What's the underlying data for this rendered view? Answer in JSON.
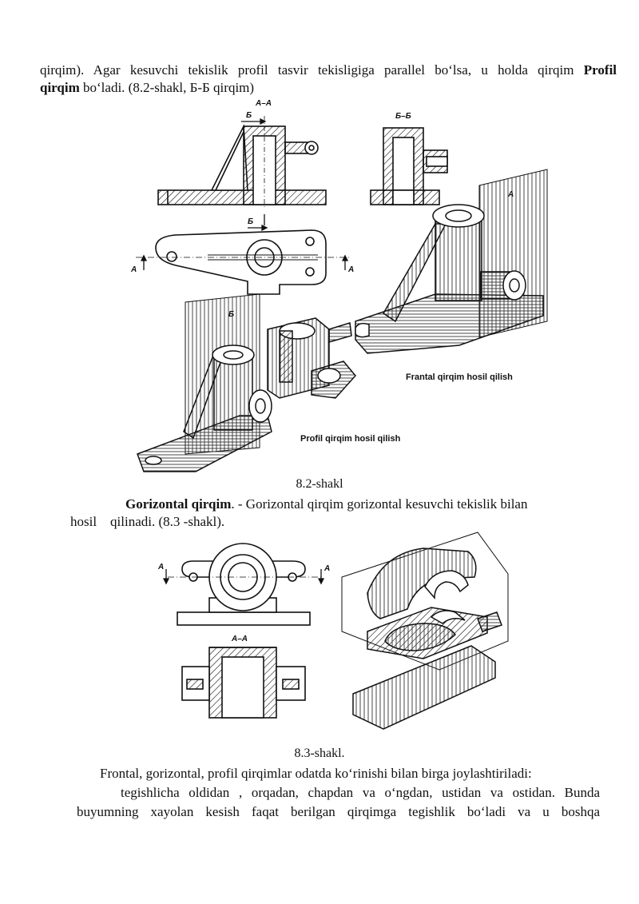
{
  "paragraph1": {
    "line1_text": "qirqim). Agar kesuvchi tekislik profil tasvir tekisligiga parallel bo‘lsa, u holda qirqim",
    "line1_bold": "Profil",
    "line2_bold": "qirqim",
    "line2_text": " bo‘ladi. (8.2-shakl, Б-Б qirqim)"
  },
  "figure1": {
    "labels": {
      "section_aa": "A–A",
      "section_bb": "Б–Б",
      "arrow_b_top": "Б",
      "arrow_b_mid": "Б",
      "arrow_a_left": "A",
      "arrow_a_right": "A",
      "plane_a": "A",
      "plane_b": "Б"
    },
    "frontal_caption": "Frantal qirqim hosil qilish",
    "profile_caption": "Profil qirqim hosil qilish",
    "caption": "8.2-shakl"
  },
  "paragraph2": {
    "bold": "Gorizontal qirqim",
    "text": ". - Gorizontal qirqim gorizontal kesuvchi tekislik bilan",
    "line2": "hosil    qilinadi. (8.3 -shakl)."
  },
  "figure2": {
    "labels": {
      "arrow_a_left": "A",
      "arrow_a_right": "A",
      "section_aa": "A–A"
    },
    "caption": "8.3-shakl."
  },
  "paragraph3": {
    "line1": "Frontal, gorizontal, profil qirqimlar odatda ko‘rinishi bilan birga joylashtiriladi:",
    "line2": "tegishlicha oldidan , orqadan, chapdan va o‘ngdan, ustidan va ostidan. Bunda",
    "line3": "buyumning  xayolan  kesish  faqat  berilgan  qirqimga  tegishlik  bo‘ladi  va  u  boshqa"
  }
}
